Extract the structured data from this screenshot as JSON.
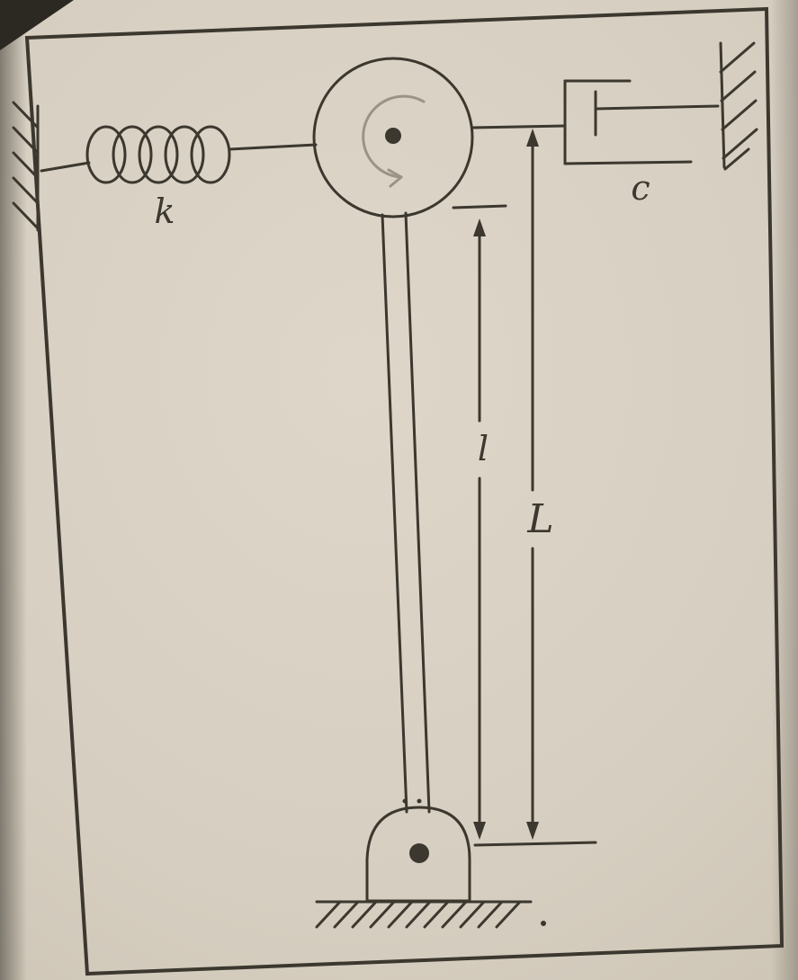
{
  "figure": {
    "labels": {
      "spring": "k",
      "damper": "c",
      "inner_length": "l",
      "outer_length": "L"
    },
    "colors": {
      "background": "#d6cec0",
      "line": "#3c382f",
      "faint": "#9a9486",
      "shadow": "#2b2922"
    }
  }
}
